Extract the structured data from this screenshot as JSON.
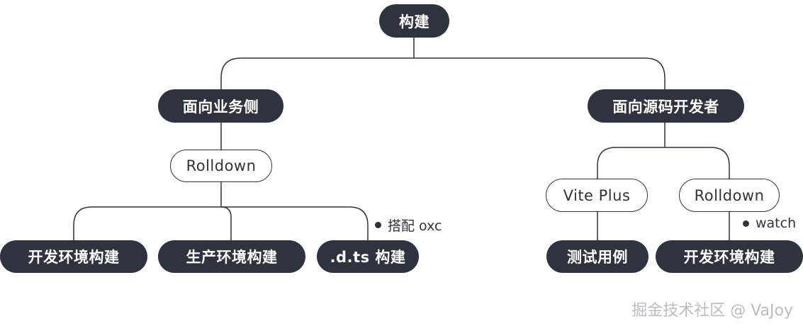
{
  "diagram": {
    "root": "构建",
    "left": {
      "label": "面向业务侧",
      "tool": "Rolldown",
      "children": [
        "开发环境构建",
        "生产环境构建",
        ".d.ts 构建"
      ],
      "note": "搭配 oxc"
    },
    "right": {
      "label": "面向源码开发者",
      "tools": [
        {
          "label": "Vite Plus",
          "child": "测试用例"
        },
        {
          "label": "Rolldown",
          "child": "开发环境构建",
          "note": "watch"
        }
      ]
    }
  },
  "watermark": "掘金技术社区 @ VaJoy"
}
